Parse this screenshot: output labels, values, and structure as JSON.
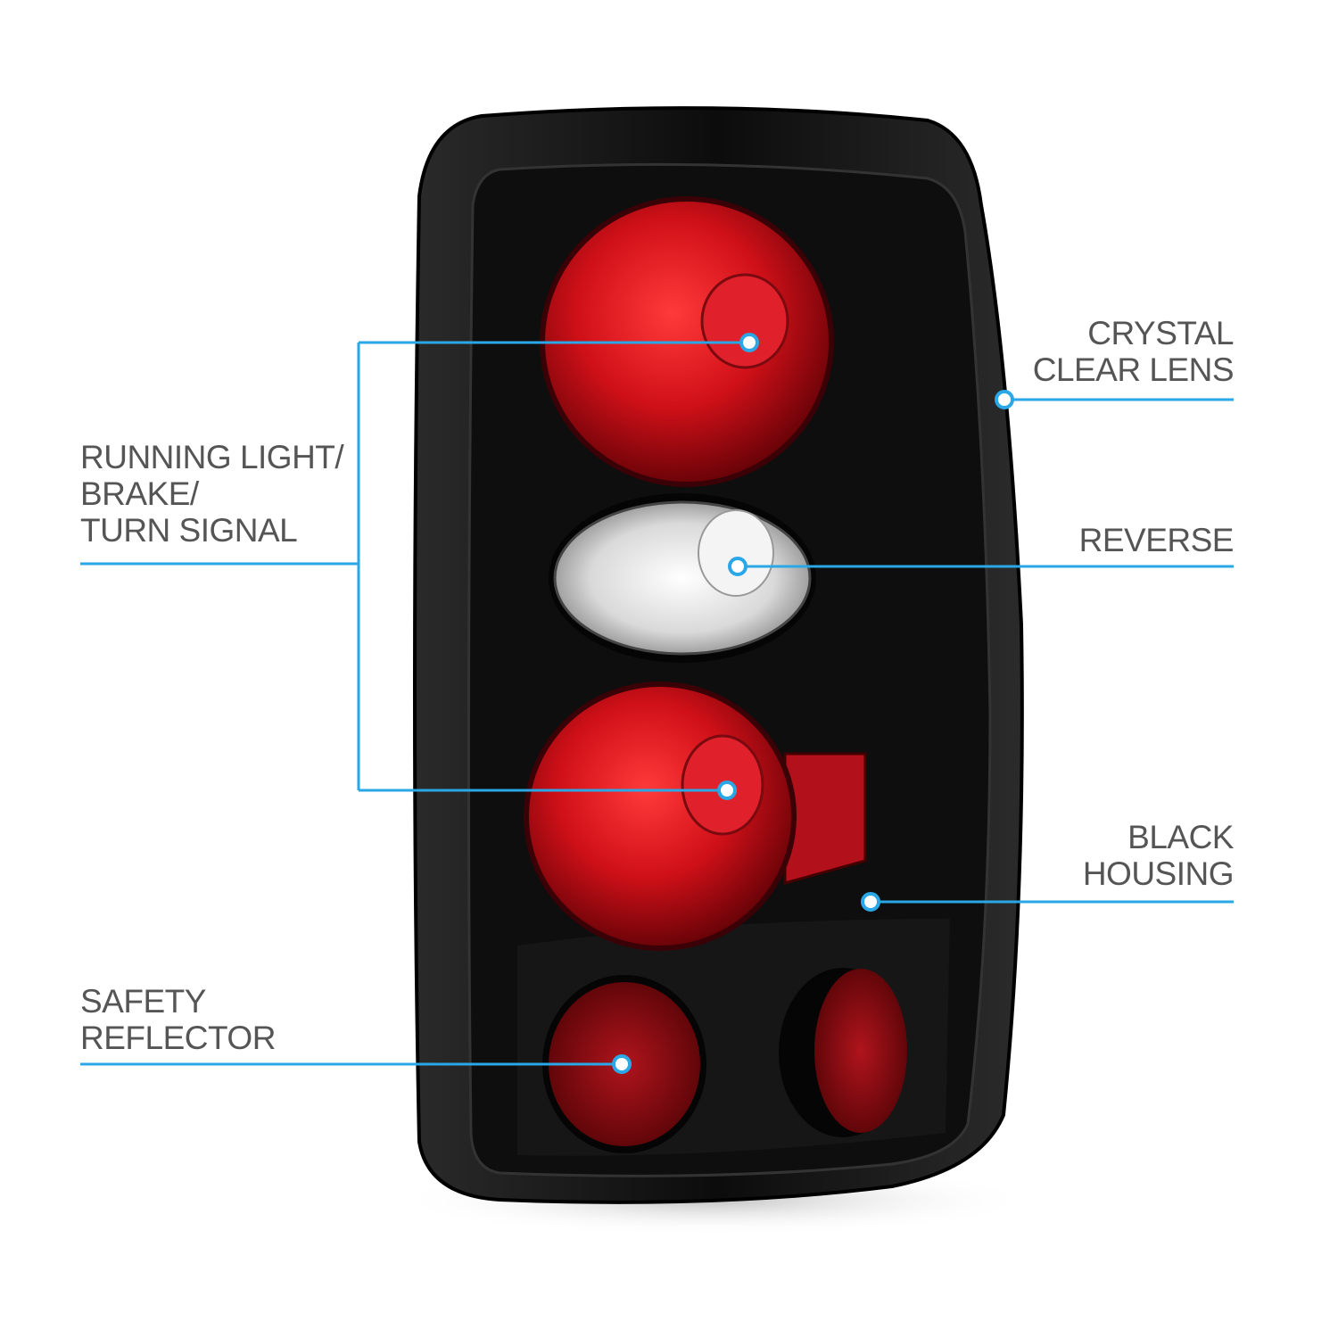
{
  "callouts": {
    "running_light": {
      "lines": [
        "RUNNING LIGHT/",
        "BRAKE/",
        "TURN SIGNAL"
      ]
    },
    "safety_reflector": {
      "lines": [
        "SAFETY",
        "REFLECTOR"
      ]
    },
    "crystal_clear_lens": {
      "lines": [
        "CRYSTAL",
        "CLEAR LENS"
      ]
    },
    "reverse": {
      "lines": [
        "REVERSE"
      ]
    },
    "black_housing": {
      "lines": [
        "BLACK",
        "HOUSING"
      ]
    }
  },
  "colors": {
    "callout_line": "#2aa7e6",
    "label_text": "#555555",
    "housing": "#111111",
    "lens_red": "#c0101a",
    "reflector_red": "#8e0b12"
  }
}
